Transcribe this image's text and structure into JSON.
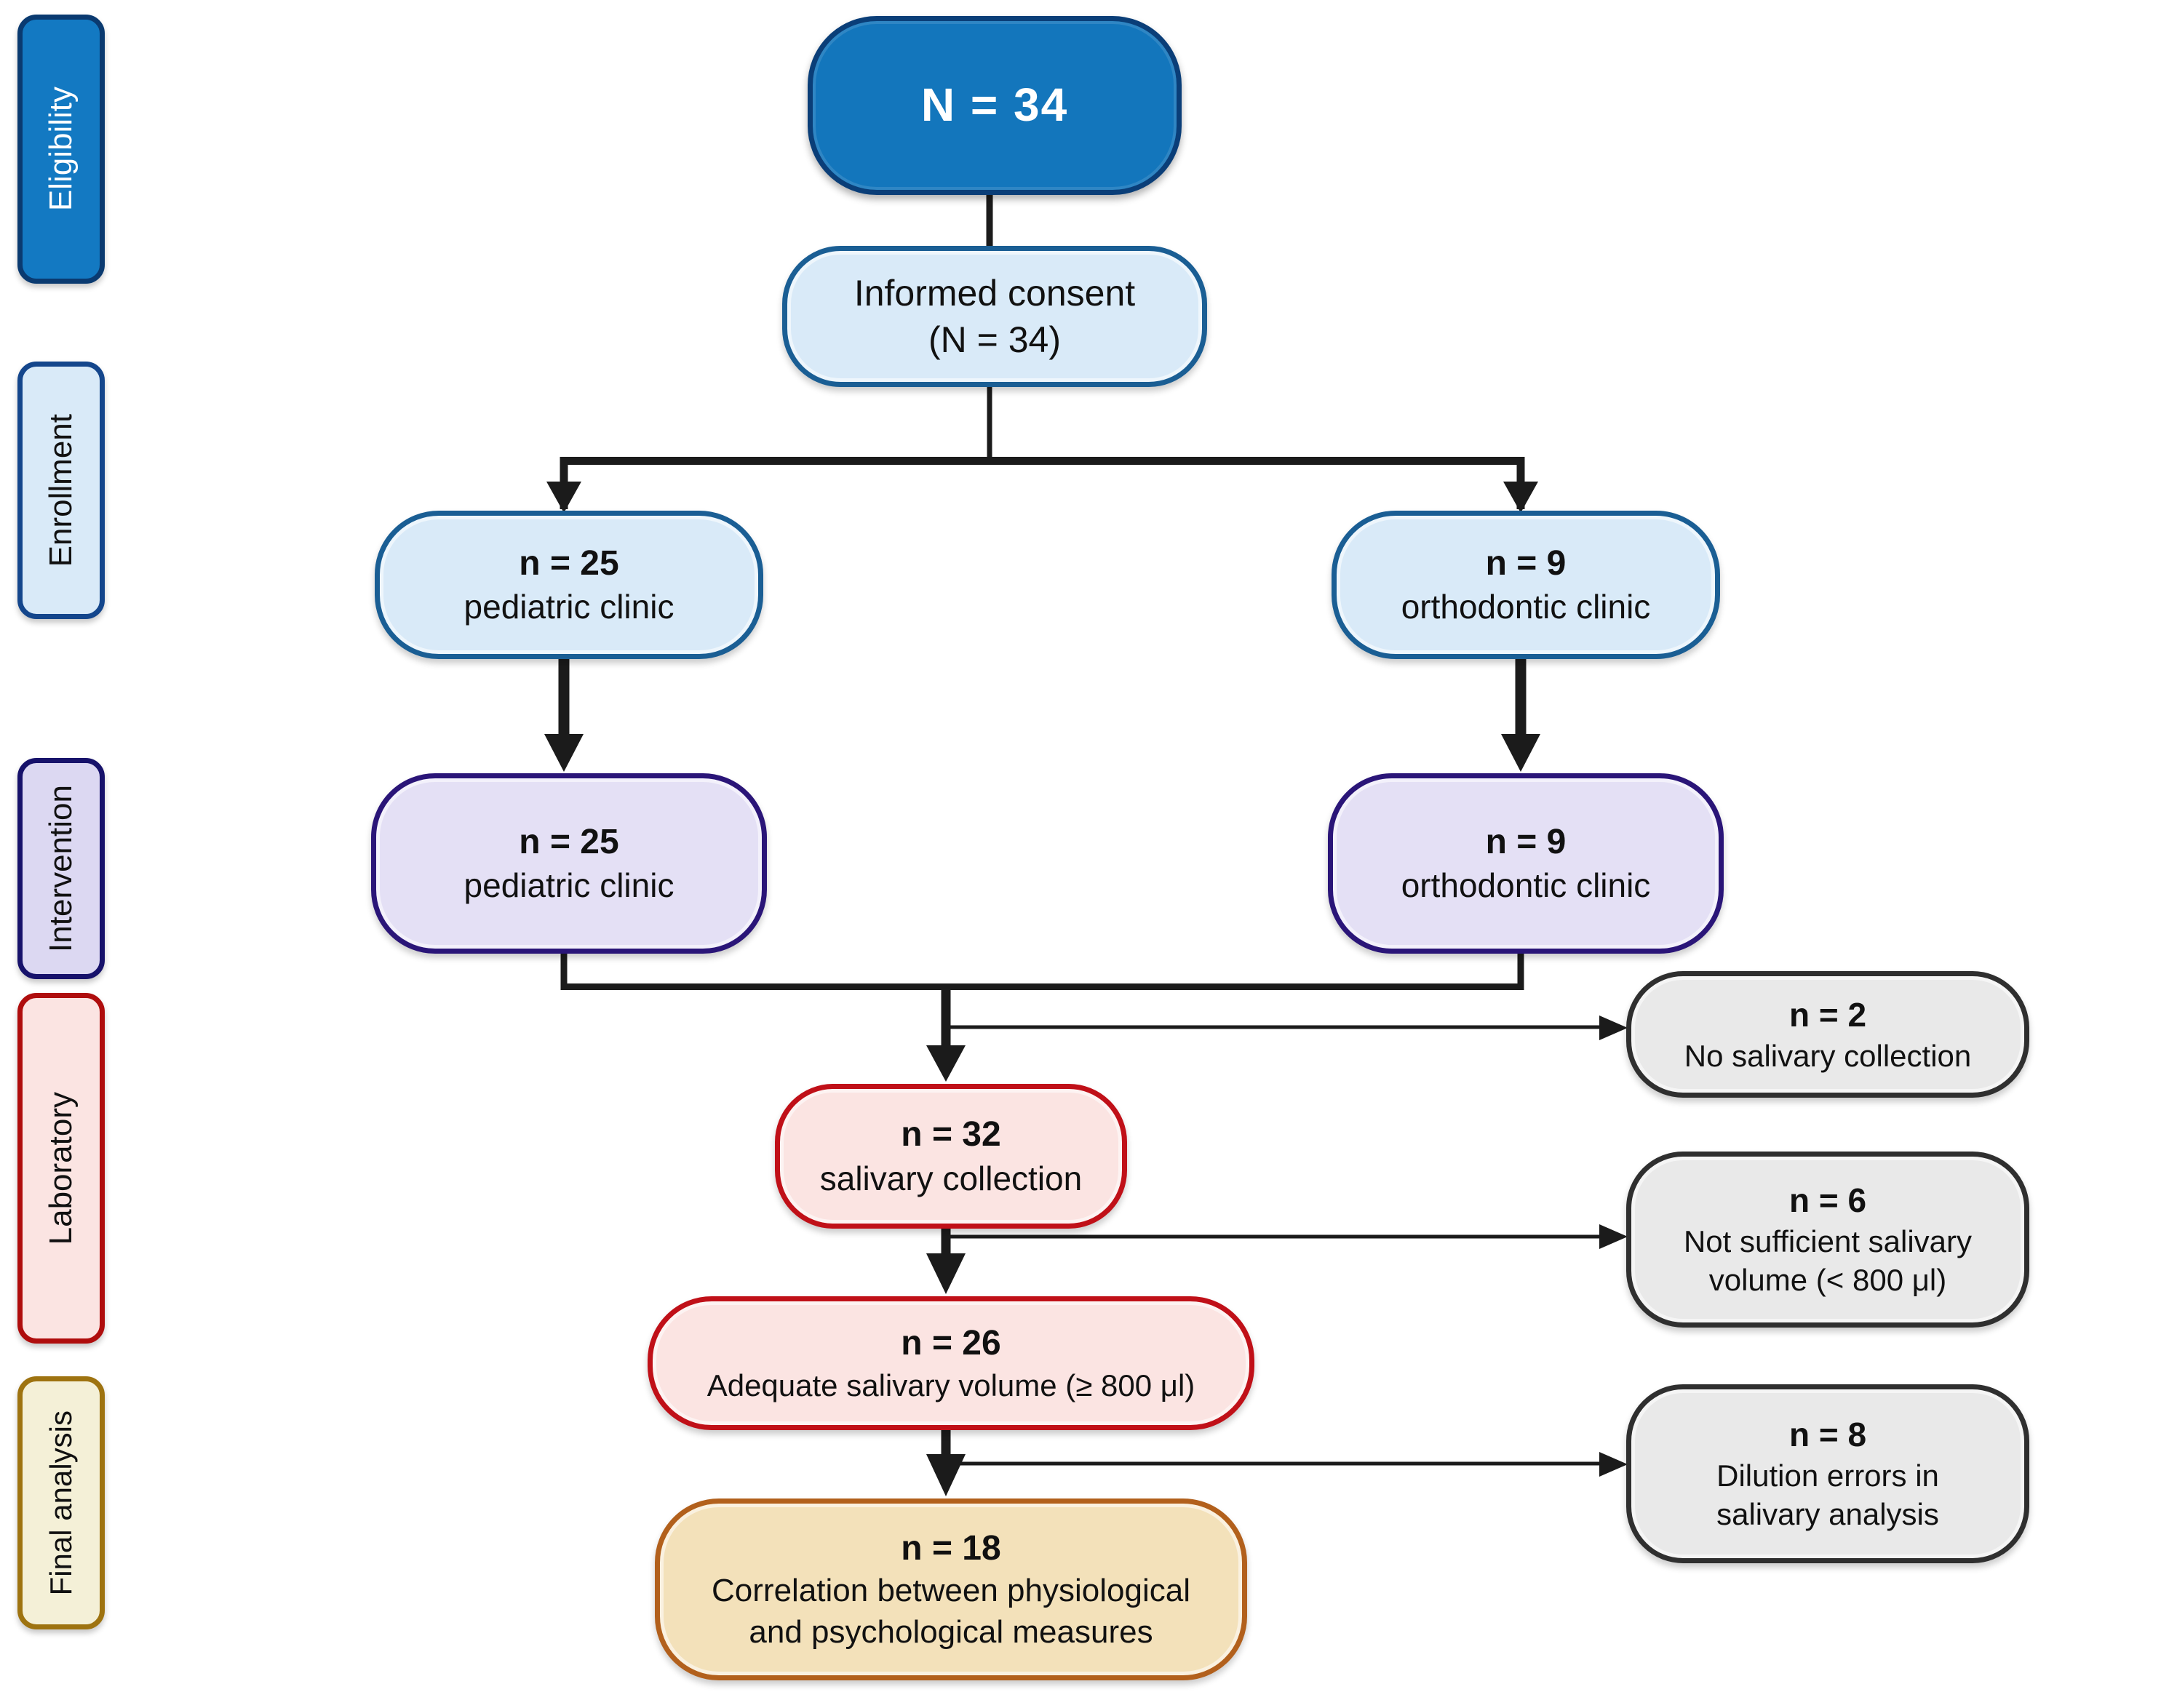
{
  "sidebar": {
    "items": [
      {
        "label": "Eligibility"
      },
      {
        "label": "Enrollment"
      },
      {
        "label": "Intervention"
      },
      {
        "label": "Laboratory"
      },
      {
        "label": "Final analysis"
      }
    ]
  },
  "nodes": {
    "total": {
      "lines": [
        "N = 34"
      ]
    },
    "consent": {
      "lines": [
        "Informed consent",
        "(N = 34)"
      ]
    },
    "enroll_pediatric": {
      "lines": [
        "n = 25",
        "pediatric clinic"
      ]
    },
    "enroll_orthodontic": {
      "lines": [
        "n = 9",
        "orthodontic clinic"
      ]
    },
    "intervention_pediatric": {
      "lines": [
        "n = 25",
        "pediatric clinic"
      ]
    },
    "intervention_orthodontic": {
      "lines": [
        "n = 9",
        "orthodontic clinic"
      ]
    },
    "salivary_collection": {
      "lines": [
        "n = 32",
        "salivary collection"
      ]
    },
    "adequate_volume": {
      "lines": [
        "n = 26",
        "Adequate salivary volume (≥ 800 μl)"
      ]
    },
    "final_analysis": {
      "lines": [
        "n = 18",
        "Correlation between physiological",
        "and psychological measures"
      ]
    },
    "excluded_no_collection": {
      "lines": [
        "n = 2",
        "No salivary collection"
      ]
    },
    "excluded_insufficient_volume": {
      "lines": [
        "n = 6",
        "Not sufficient salivary",
        "volume (< 800 μl)"
      ]
    },
    "excluded_dilution_errors": {
      "lines": [
        "n = 8",
        "Dilution errors in",
        "salivary analysis"
      ]
    }
  },
  "colors": {
    "stage_eligibility_fill": "#1379C2",
    "stage_eligibility_border": "#0A3A70",
    "light_blue_fill": "#D9EAF8",
    "light_blue_border": "#1A5E94",
    "enrollment_border": "#14468C",
    "lavender_fill": "#E4E0F5",
    "indigo_border": "#2A1578",
    "pink_fill": "#FBE4E2",
    "red_border": "#C01018",
    "laboratory_border": "#AF0D0D",
    "gray_fill": "#E9E9E9",
    "gray_border": "#2F2F2F",
    "wheat_fill": "#F3E1BA",
    "wheat_border": "#B2601C",
    "final_stage_fill": "#F4F0D7",
    "final_stage_border": "#9E7310",
    "arrow_color": "#1B1B1B",
    "top_box_fill": "#1376BC",
    "top_box_border": "#0A3E78"
  }
}
